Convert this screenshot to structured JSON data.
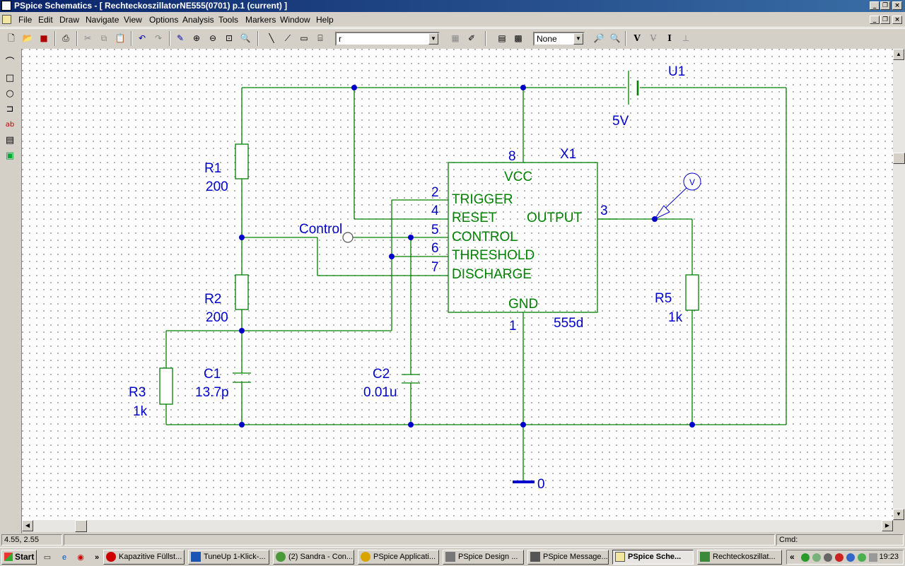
{
  "window": {
    "title": "PSpice Schematics - [ RechteckoszillatorNE555(0701)  p.1 (current)  ]"
  },
  "menu": [
    "File",
    "Edit",
    "Draw",
    "Navigate",
    "View",
    "Options",
    "Analysis",
    "Tools",
    "Markers",
    "Window",
    "Help"
  ],
  "toolbar": {
    "part_field_value": "r",
    "marker_combo_value": "None"
  },
  "schematic": {
    "labels": {
      "u1": "U1",
      "u1_value": "5V",
      "x1": "X1",
      "x1_model": "555d",
      "r1": "R1",
      "r1_value": "200",
      "r2": "R2",
      "r2_value": "200",
      "r3": "R3",
      "r3_value": "1k",
      "r5": "R5",
      "r5_value": "1k",
      "c1": "C1",
      "c1_value": "13.7p",
      "c2": "C2",
      "c2_value": "0.01u",
      "control_port": "Control",
      "ground": "0",
      "voltage_marker": "V"
    },
    "pins": {
      "vcc_num": "8",
      "vcc": "VCC",
      "trigger_num": "2",
      "trigger": "TRIGGER",
      "reset_num": "4",
      "reset": "RESET",
      "control_num": "5",
      "control": "CONTROL",
      "threshold_num": "6",
      "threshold": "THRESHOLD",
      "discharge_num": "7",
      "discharge": "DISCHARGE",
      "output_num": "3",
      "output": "OUTPUT",
      "gnd_num": "1",
      "gnd": "GND"
    }
  },
  "status": {
    "coords": "4.55, 2.55",
    "cmd_label": "Cmd:"
  },
  "taskbar": {
    "start": "Start",
    "tasks": [
      "Kapazitive Füllst...",
      "TuneUp 1-Klick-...",
      "(2) Sandra - Con...",
      "PSpice Applicati...",
      "PSpice Design ...",
      "PSpice Message...",
      "PSpice Sche...",
      "Rechteckoszillat..."
    ],
    "chevron": "»",
    "tray_chevron": "«",
    "clock": "19:23"
  },
  "colors": {
    "wire": "#008000",
    "part_label": "#0000cc",
    "junction": "#0000cc",
    "titlebar": "#0a246a"
  }
}
